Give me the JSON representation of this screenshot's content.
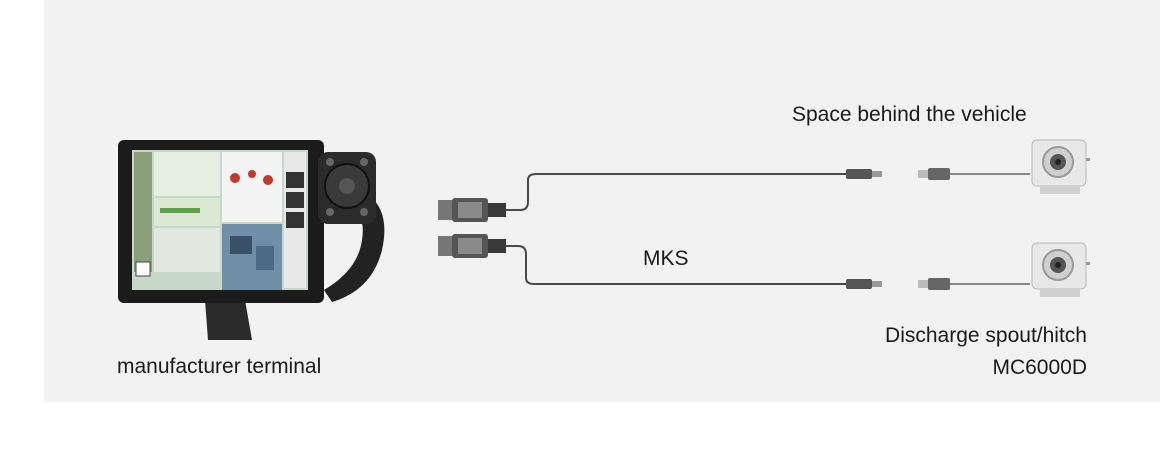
{
  "labels": {
    "rear_space": "Space behind the vehicle",
    "cable": "MKS",
    "spout_hitch": "Discharge spout/hitch",
    "model": "MC6000D",
    "terminal": "manufacturer terminal"
  },
  "colors": {
    "background": "#f2f2f2",
    "cable": "#4a4a4a",
    "terminal_frame": "#1b1b1b",
    "camera_body": "#e8e8e8"
  },
  "icons": {
    "terminal": "terminal-display-icon",
    "connector": "cable-connector-icon",
    "camera": "camera-icon"
  }
}
